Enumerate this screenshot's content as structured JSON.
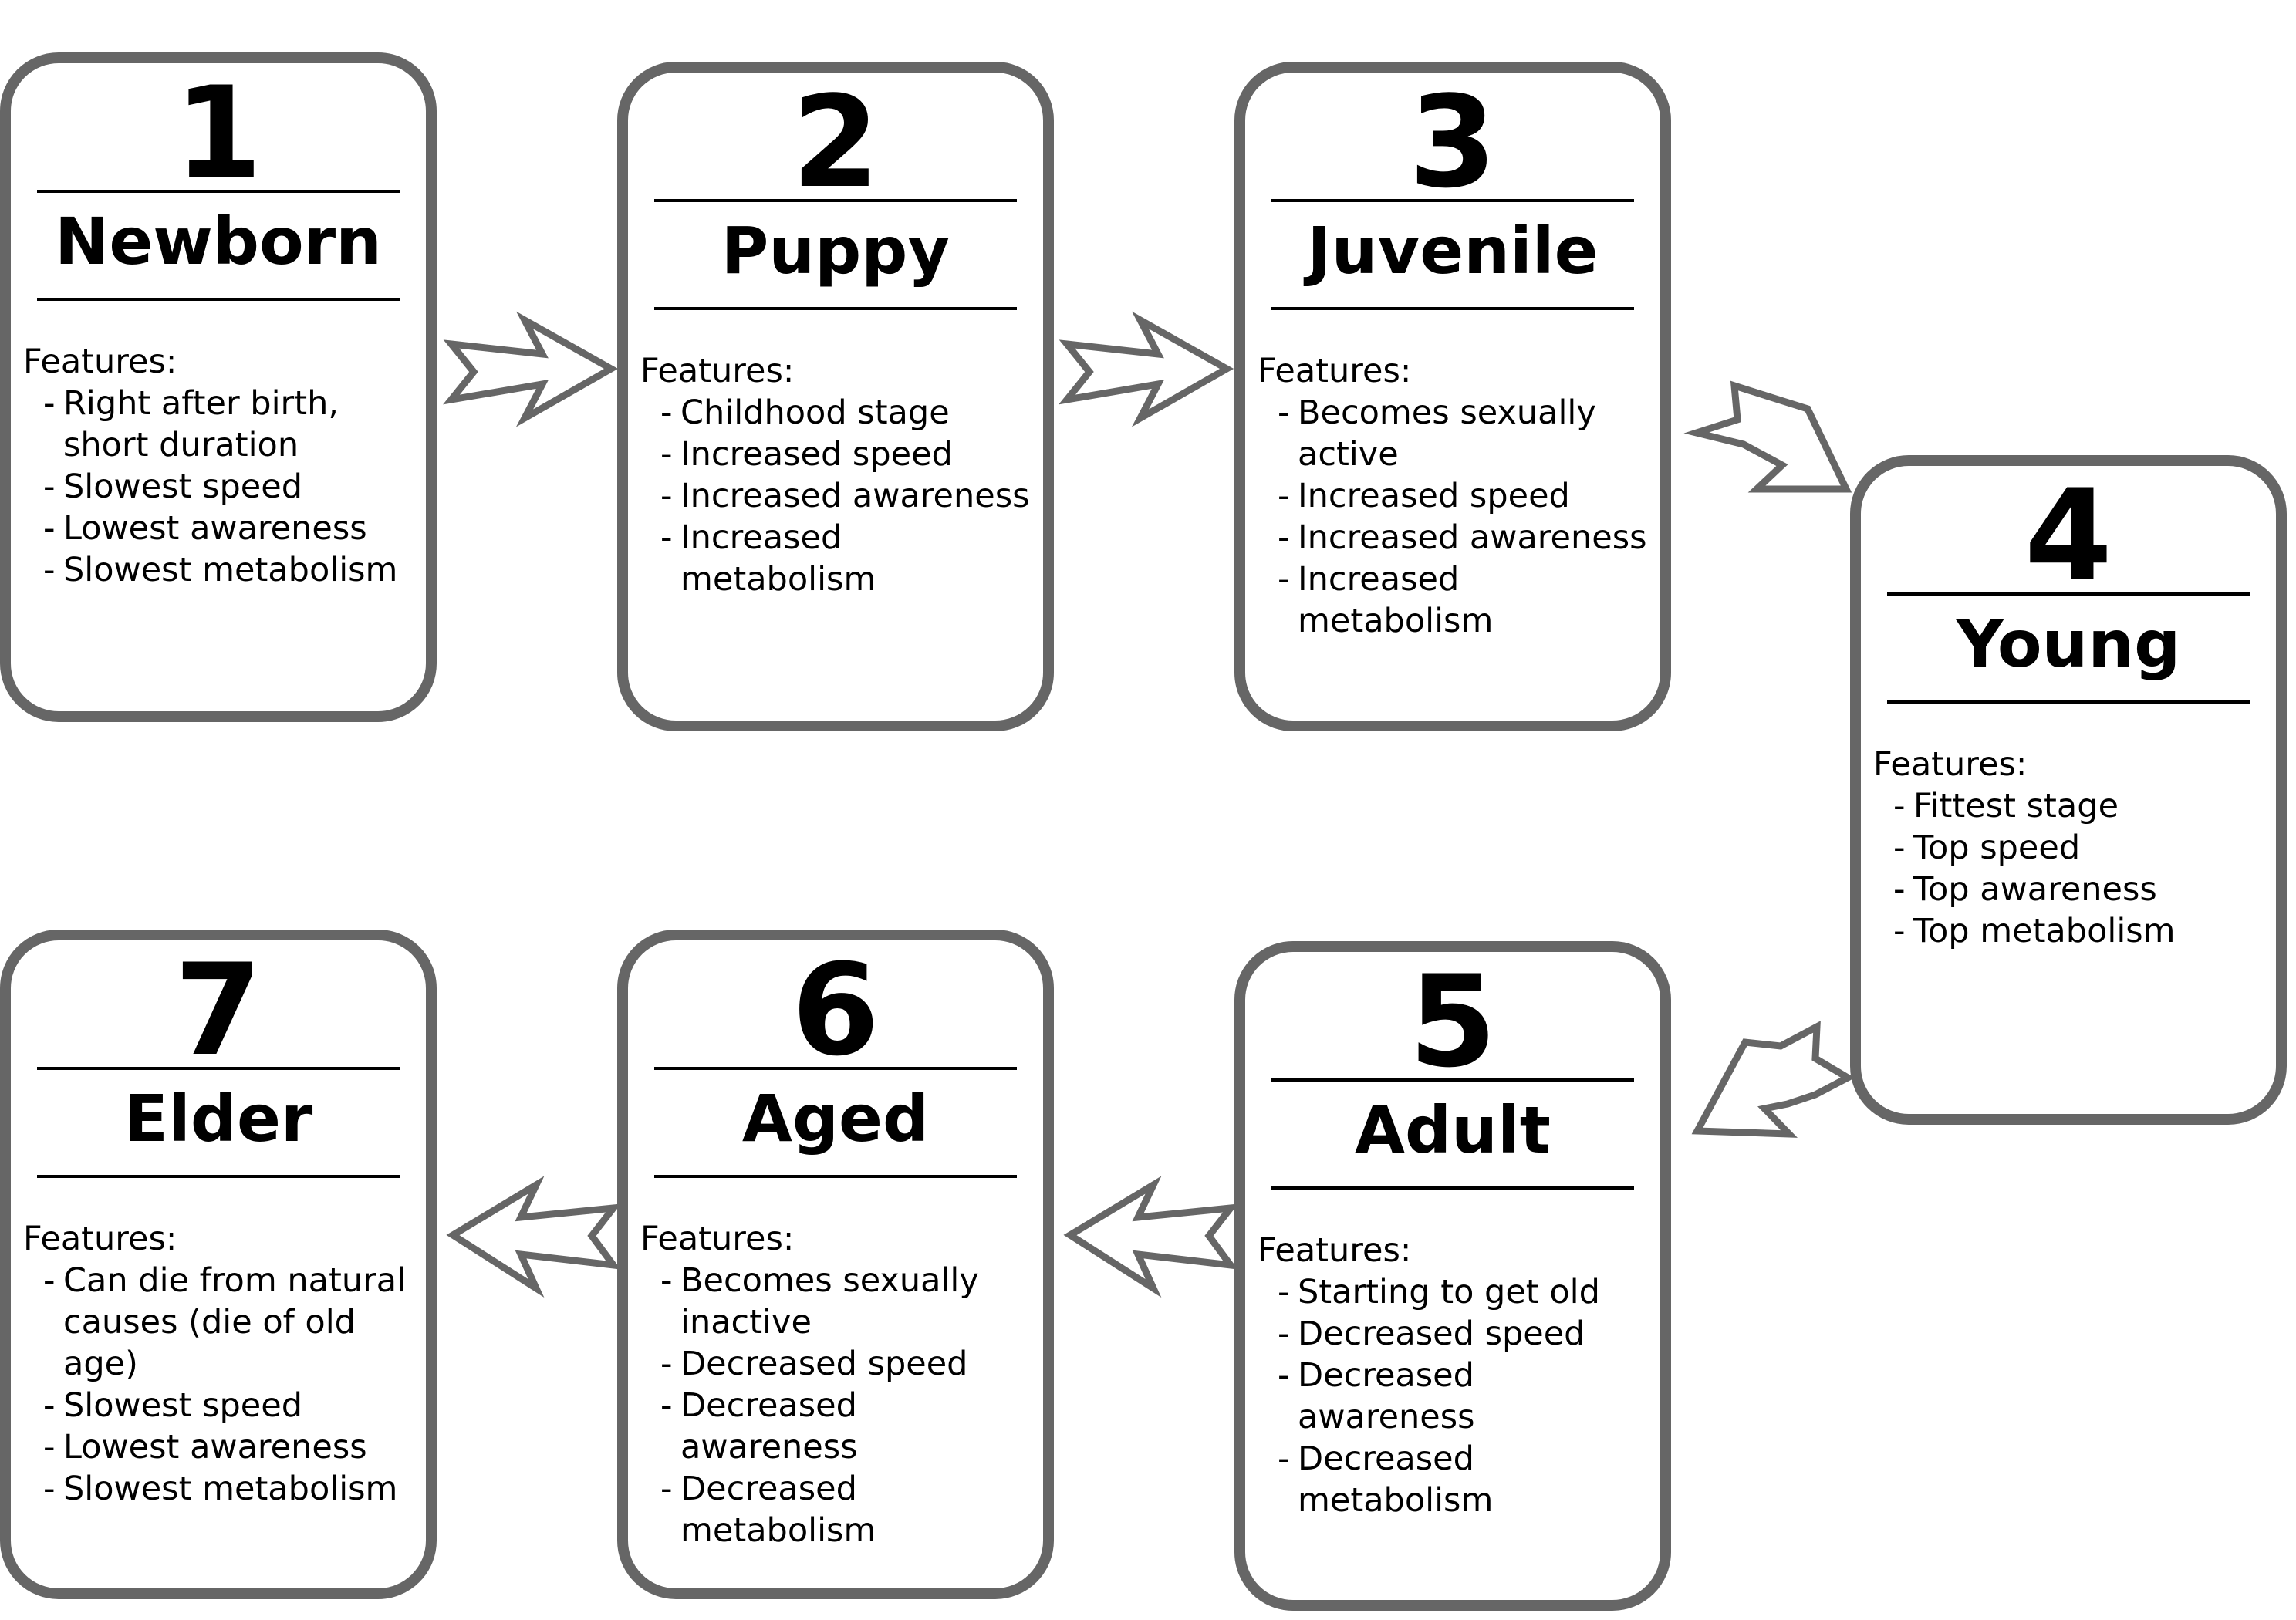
{
  "colors": {
    "border": "#666666",
    "text": "#000000",
    "background": "#ffffff"
  },
  "stages": [
    {
      "number": "1",
      "name": "Newborn",
      "features_label": "Features:",
      "features": [
        "Right after birth, short duration",
        "Slowest speed",
        "Lowest awareness",
        "Slowest metabolism"
      ]
    },
    {
      "number": "2",
      "name": "Puppy",
      "features_label": "Features:",
      "features": [
        "Childhood stage",
        "Increased speed",
        "Increased awareness",
        "Increased metabolism"
      ]
    },
    {
      "number": "3",
      "name": "Juvenile",
      "features_label": "Features:",
      "features": [
        "Becomes sexually active",
        "Increased speed",
        "Increased awareness",
        "Increased metabolism"
      ]
    },
    {
      "number": "4",
      "name": "Young",
      "features_label": "Features:",
      "features": [
        "Fittest stage",
        "Top speed",
        "Top awareness",
        "Top metabolism"
      ]
    },
    {
      "number": "5",
      "name": "Adult",
      "features_label": "Features:",
      "features": [
        "Starting to get old",
        "Decreased speed",
        "Decreased awareness",
        "Decreased metabolism"
      ]
    },
    {
      "number": "6",
      "name": "Aged",
      "features_label": "Features:",
      "features": [
        "Becomes sexually inactive",
        "Decreased speed",
        "Decreased awareness",
        "Decreased metabolism"
      ]
    },
    {
      "number": "7",
      "name": "Elder",
      "features_label": "Features:",
      "features": [
        "Can die from natural causes (die of old age)",
        "Slowest speed",
        "Lowest awareness",
        "Slowest metabolism"
      ]
    }
  ],
  "connections": [
    {
      "from": "1",
      "to": "2"
    },
    {
      "from": "2",
      "to": "3"
    },
    {
      "from": "3",
      "to": "4"
    },
    {
      "from": "4",
      "to": "5"
    },
    {
      "from": "5",
      "to": "6"
    },
    {
      "from": "6",
      "to": "7"
    }
  ]
}
